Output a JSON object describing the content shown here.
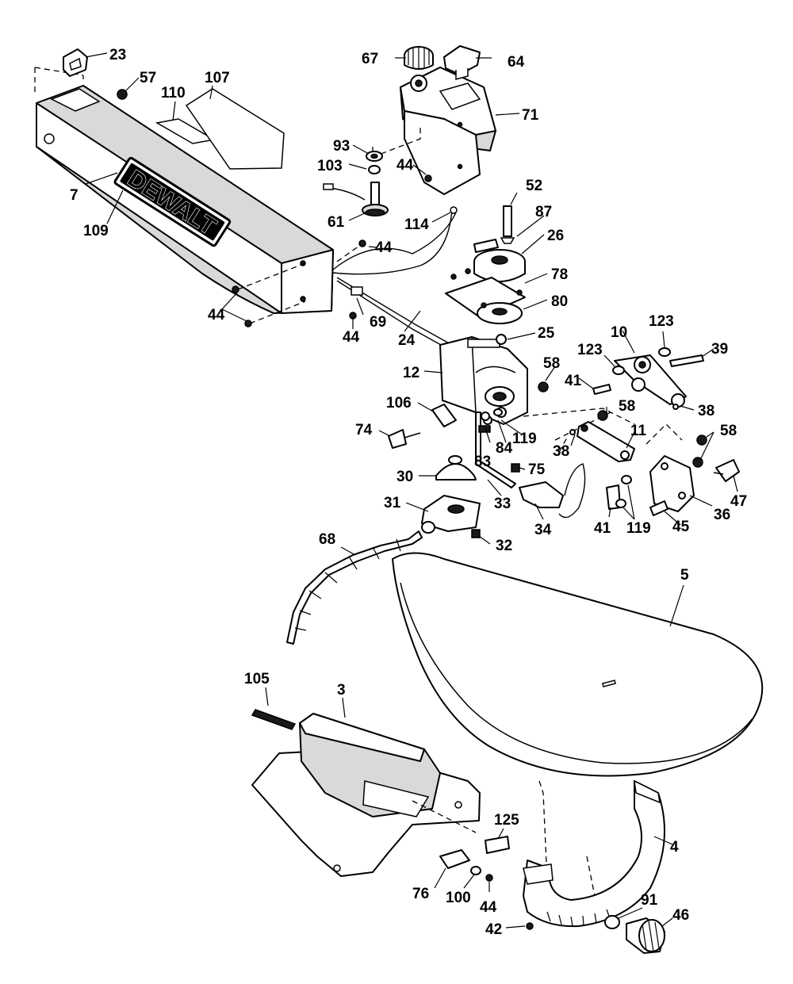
{
  "brand_logo": "DEWALT",
  "callouts": [
    "23",
    "57",
    "110",
    "107",
    "7",
    "109",
    "67",
    "64",
    "71",
    "93",
    "103",
    "44",
    "61",
    "114",
    "52",
    "87",
    "26",
    "78",
    "80",
    "25",
    "24",
    "69",
    "123",
    "10",
    "39",
    "41",
    "58",
    "12",
    "106",
    "74",
    "84",
    "119",
    "83",
    "38",
    "11",
    "75",
    "30",
    "33",
    "36",
    "47",
    "45",
    "31",
    "32",
    "34",
    "68",
    "5",
    "105",
    "3",
    "125",
    "4",
    "76",
    "100",
    "42",
    "91",
    "46"
  ]
}
